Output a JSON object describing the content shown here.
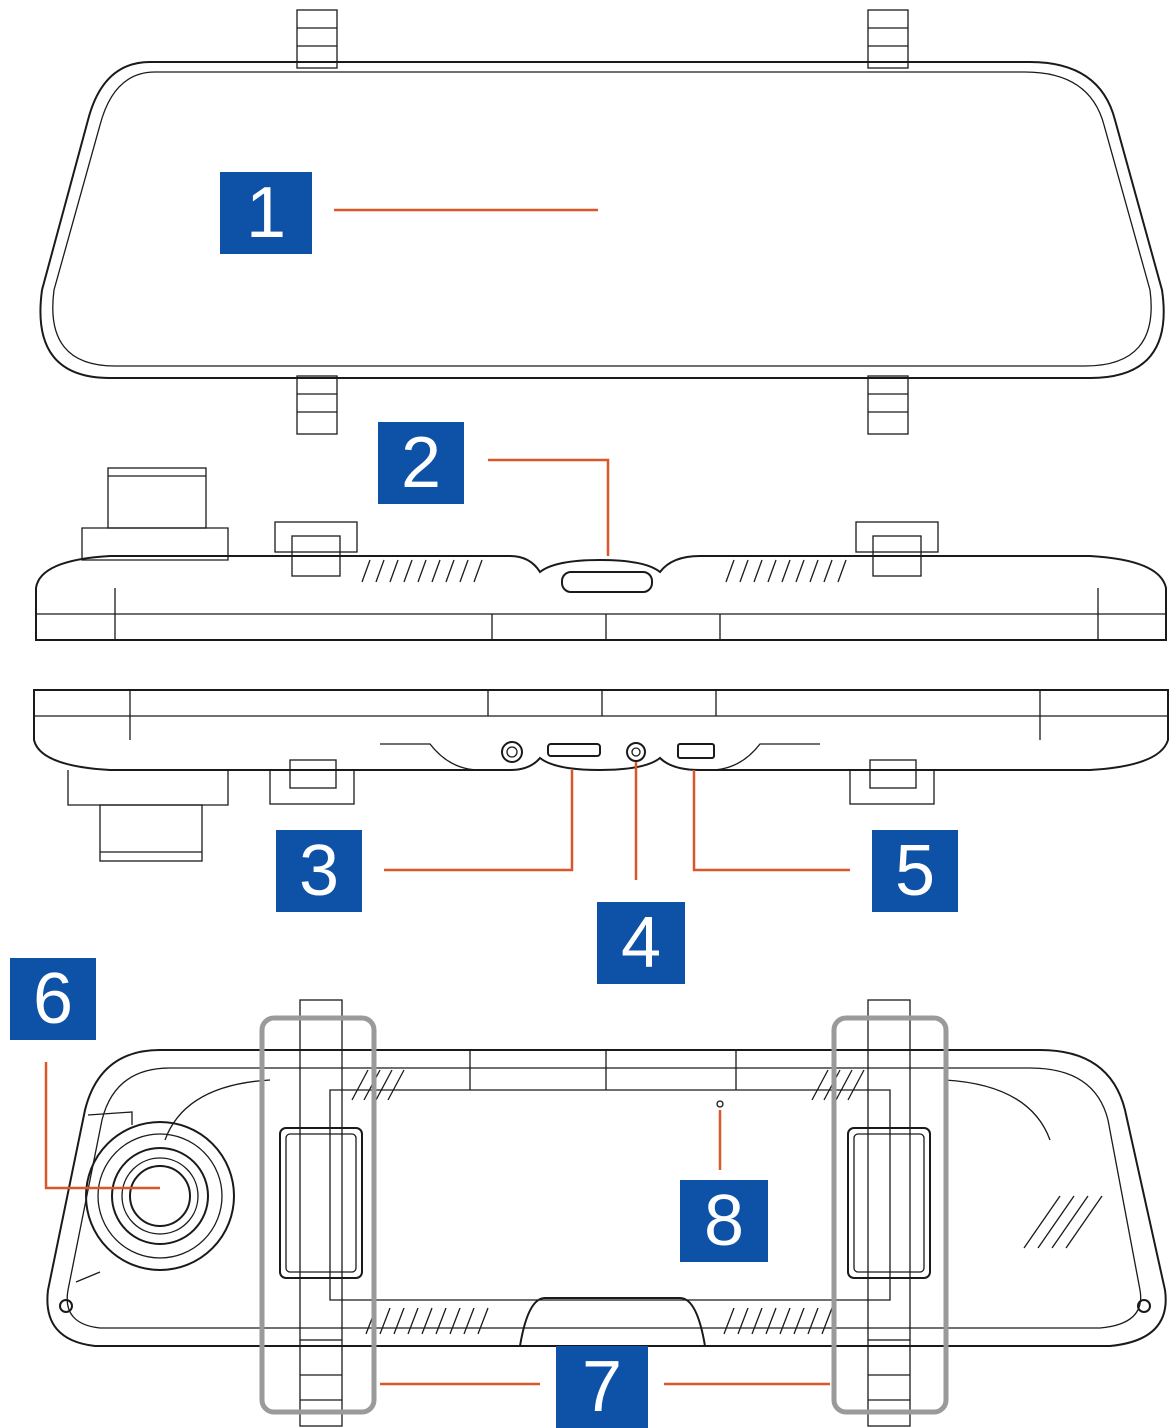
{
  "callouts": [
    {
      "id": "1",
      "label": "1",
      "part": "screen"
    },
    {
      "id": "2",
      "label": "2",
      "part": "top-button"
    },
    {
      "id": "3",
      "label": "3",
      "part": "memory-card-slot"
    },
    {
      "id": "4",
      "label": "4",
      "part": "av-in-port"
    },
    {
      "id": "5",
      "label": "5",
      "part": "usb-port"
    },
    {
      "id": "6",
      "label": "6",
      "part": "front-camera-lens"
    },
    {
      "id": "7",
      "label": "7",
      "part": "mounting-straps"
    },
    {
      "id": "8",
      "label": "8",
      "part": "microphone"
    }
  ],
  "colors": {
    "badge": "#0d52a6",
    "badge_text": "#ffffff",
    "leader": "#d9572b",
    "outline": "#1a1a1a",
    "bracket": "#9a9a9a"
  }
}
